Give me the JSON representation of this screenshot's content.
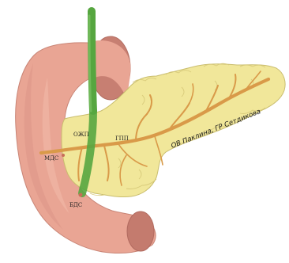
{
  "diagram": {
    "labels": {
      "ozhp": "ОЖП",
      "gpp": "ГПП",
      "mds": "МДС",
      "bds": "БДС"
    },
    "author_credit": "ОВ Паклина, ГР Сетдикова"
  },
  "colors": {
    "duodenum": "#e9a594",
    "duodenum_dark": "#c97f73",
    "pancreas": "#f1e79a",
    "pancreas_edge": "#ccc072",
    "duct": "#d99a49",
    "bile_duct": "#56a640",
    "background": "#ffffff"
  }
}
